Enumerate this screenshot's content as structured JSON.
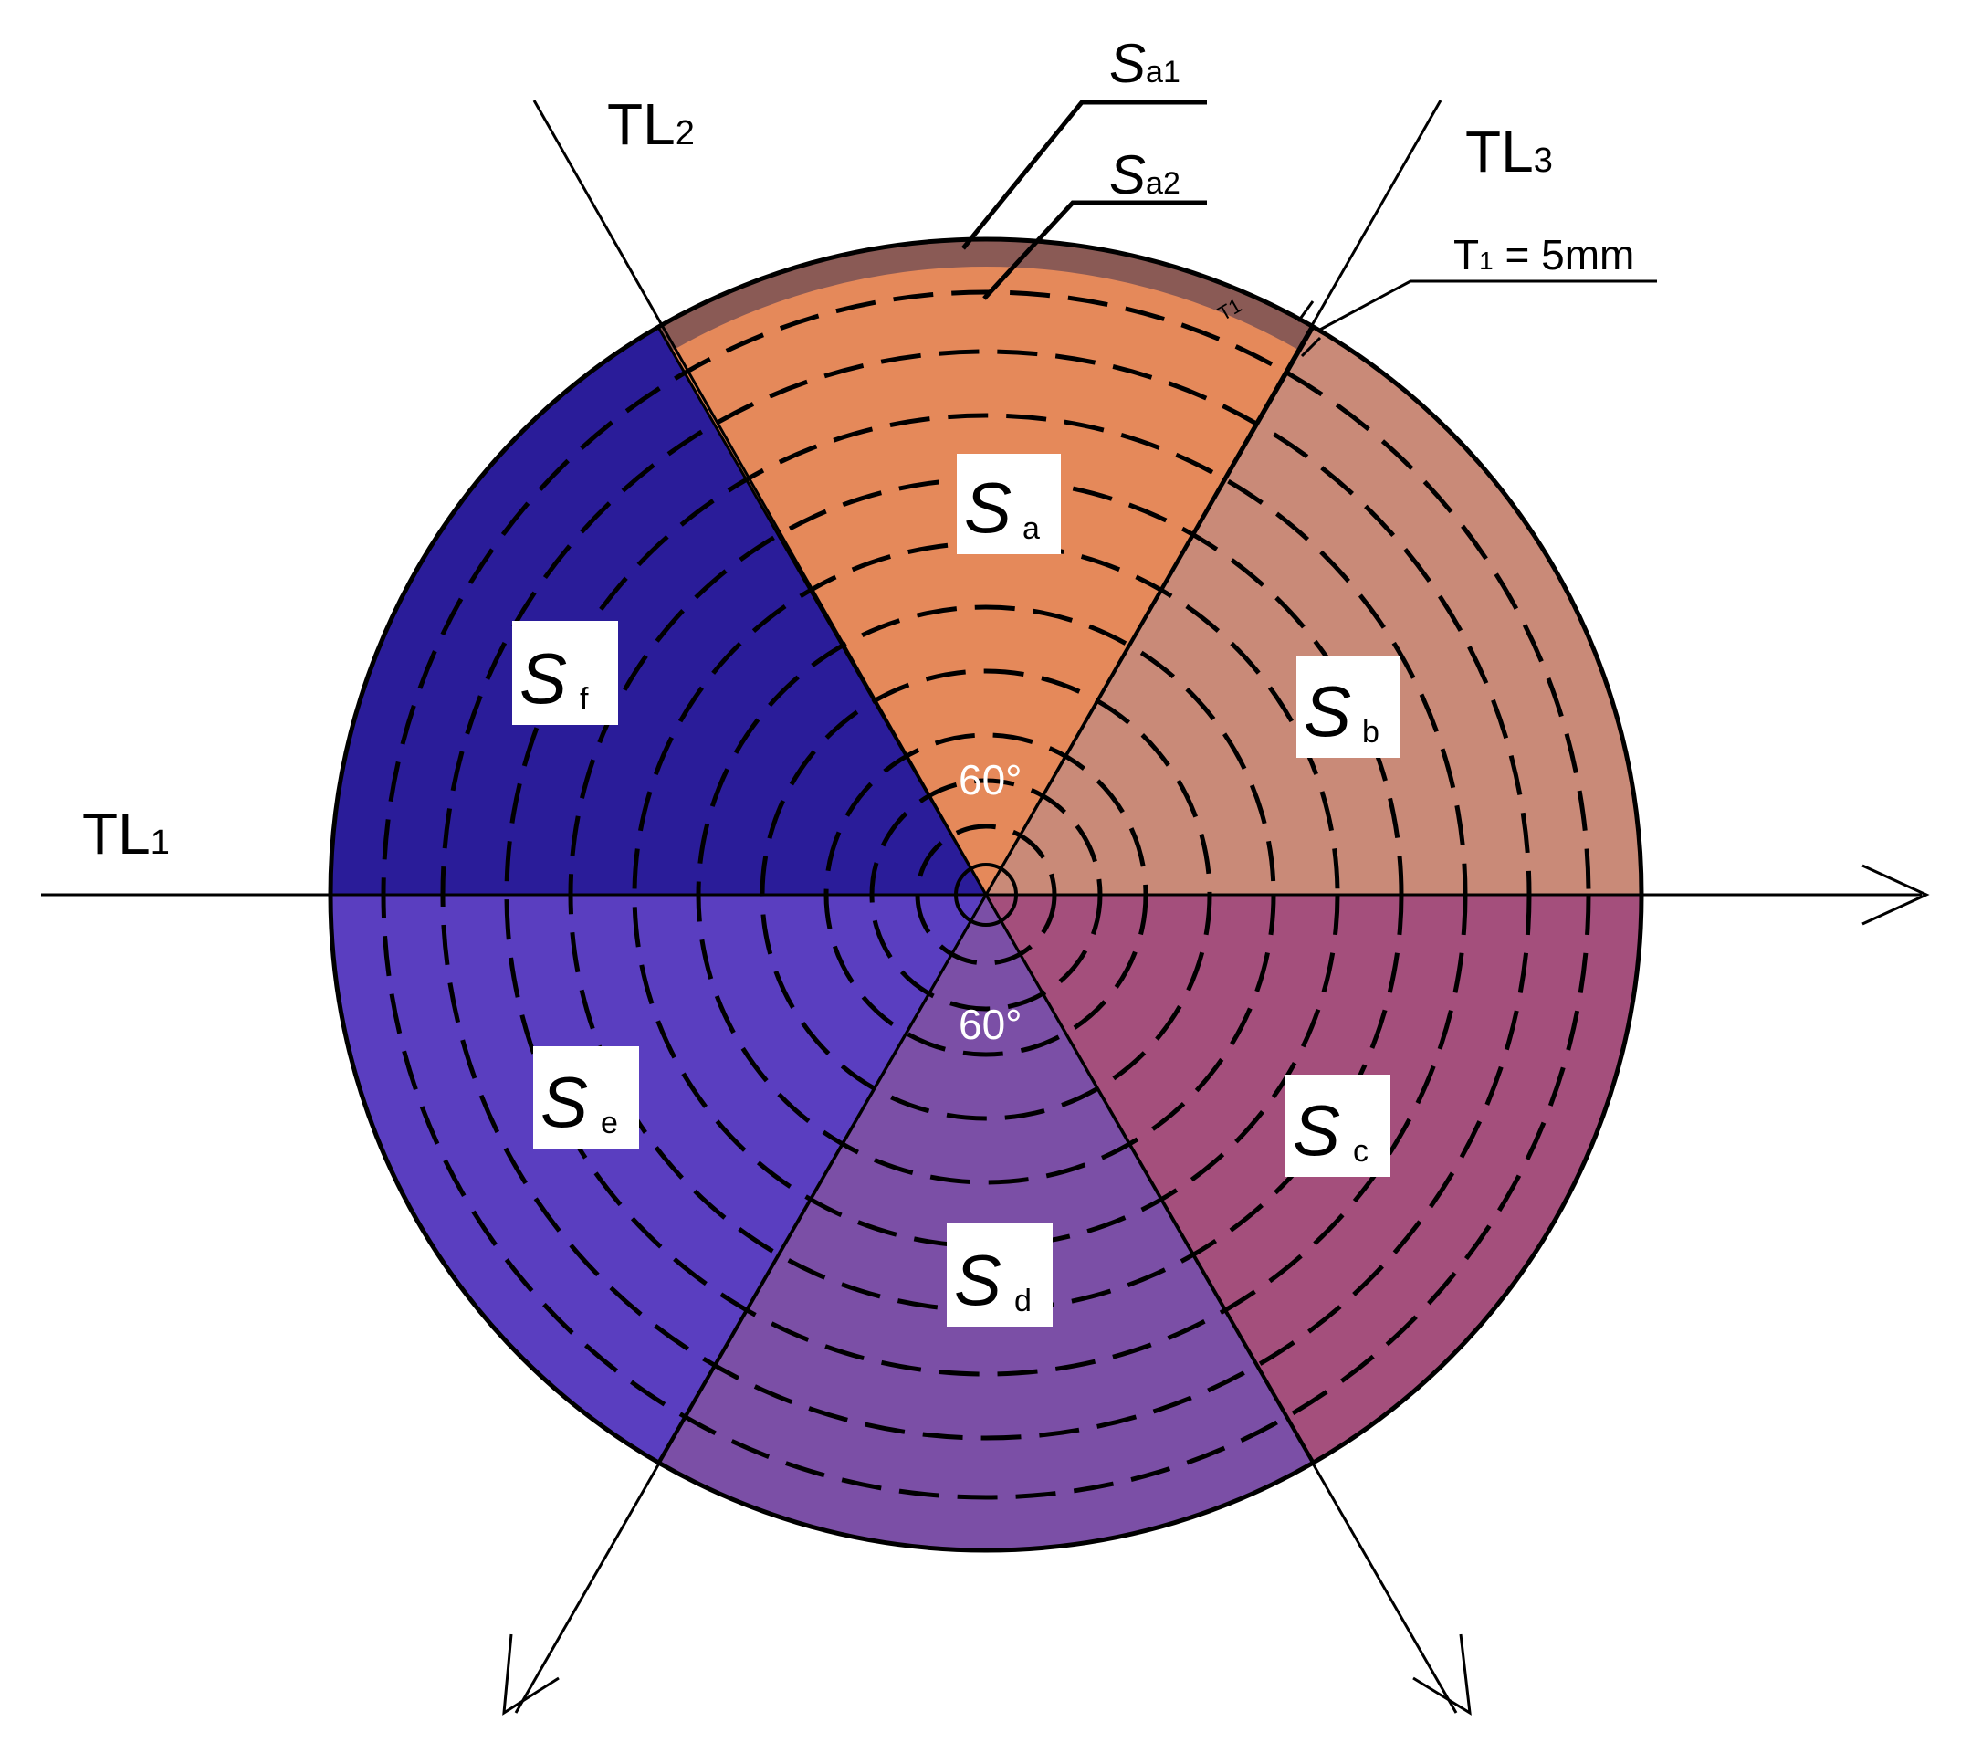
{
  "axes": {
    "tl1": {
      "main": "TL",
      "sub": "1"
    },
    "tl2": {
      "main": "TL",
      "sub": "2"
    },
    "tl3": {
      "main": "TL",
      "sub": "3"
    }
  },
  "callouts": {
    "sa1": {
      "main": "S",
      "sub": "a1"
    },
    "sa2": {
      "main": "S",
      "sub": "a2"
    },
    "t1_dim": {
      "main": "T",
      "sub": "1",
      "rest": " = 5mm"
    },
    "t1_small": "T1"
  },
  "angles": {
    "top": "60°",
    "bottom": "60°"
  },
  "sectors": [
    {
      "id": "a",
      "main": "S",
      "sub": "a",
      "color": "#e5895a"
    },
    {
      "id": "b",
      "main": "S",
      "sub": "b",
      "color": "#c98a78"
    },
    {
      "id": "c",
      "main": "S",
      "sub": "c",
      "color": "#a44f7c"
    },
    {
      "id": "d",
      "main": "S",
      "sub": "d",
      "color": "#7b4fa6"
    },
    {
      "id": "e",
      "main": "S",
      "sub": "e",
      "color": "#5a3ec0"
    },
    {
      "id": "f",
      "main": "S",
      "sub": "f",
      "color": "#2a1c99"
    }
  ],
  "colors": {
    "outer_band": "#8a5a55",
    "line": "#000000"
  }
}
